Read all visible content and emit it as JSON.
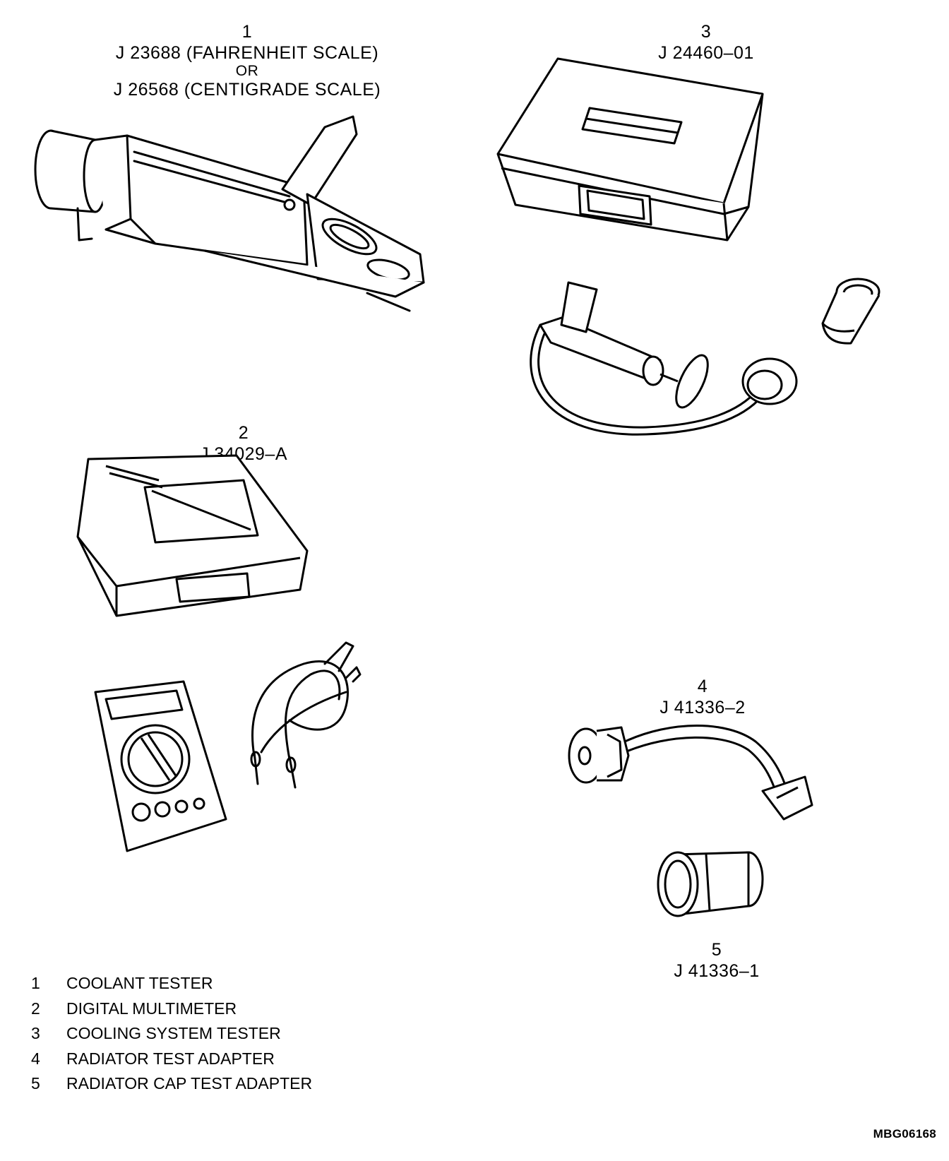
{
  "callouts": [
    {
      "num": "1",
      "parts": [
        "J 23688 (FAHRENHEIT SCALE)",
        "OR",
        "J 26568 (CENTIGRADE SCALE)"
      ]
    },
    {
      "num": "2",
      "parts": [
        "J 34029–A"
      ]
    },
    {
      "num": "3",
      "parts": [
        "J 24460–01"
      ]
    },
    {
      "num": "4",
      "parts": [
        "J 41336–2"
      ]
    },
    {
      "num": "5",
      "parts": [
        "J 41336–1"
      ]
    }
  ],
  "legend": [
    {
      "num": "1",
      "text": "COOLANT TESTER"
    },
    {
      "num": "2",
      "text": "DIGITAL MULTIMETER"
    },
    {
      "num": "3",
      "text": "COOLING SYSTEM TESTER"
    },
    {
      "num": "4",
      "text": "RADIATOR TEST ADAPTER"
    },
    {
      "num": "5",
      "text": "RADIATOR CAP TEST ADAPTER"
    }
  ],
  "figure_code": "MBG06168"
}
